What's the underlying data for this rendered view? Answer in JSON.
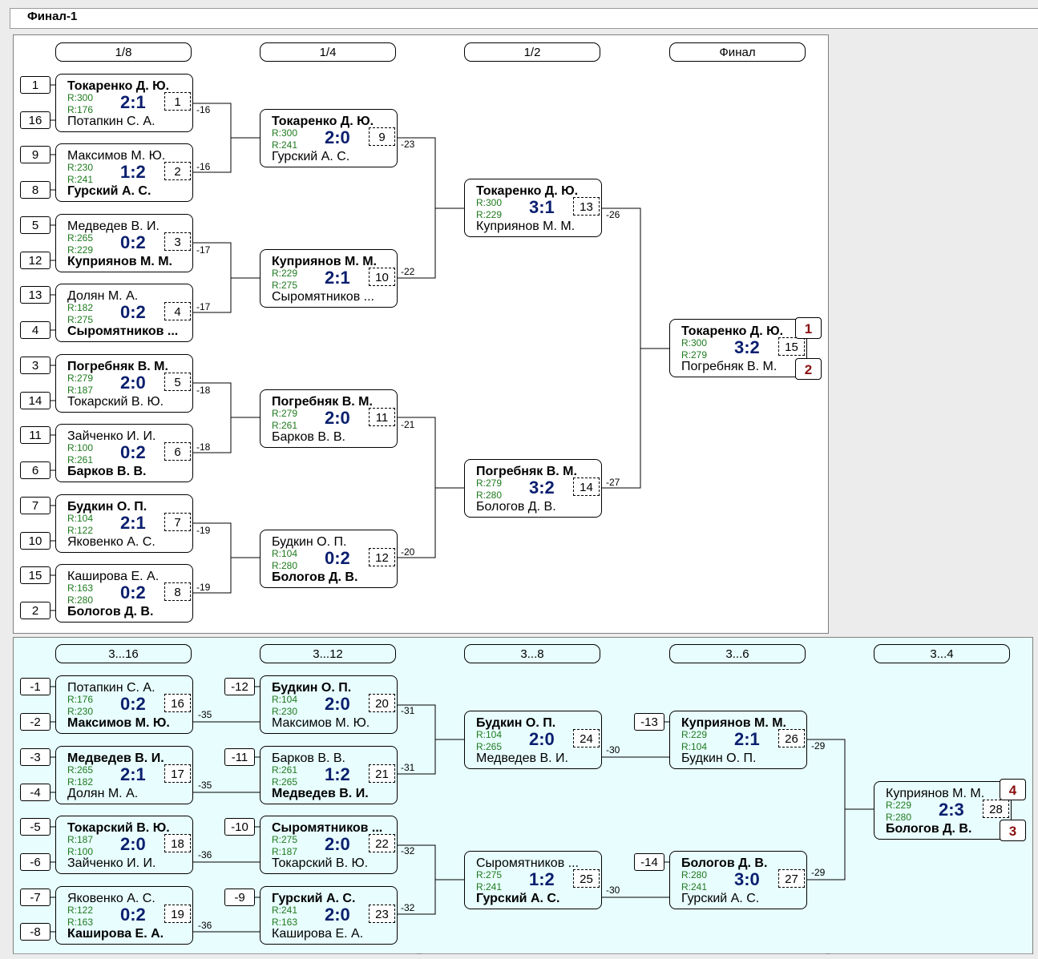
{
  "window": {
    "title": "Финал-1"
  },
  "rounds_main": [
    "1/8",
    "1/4",
    "1/2",
    "Финал"
  ],
  "rounds_cons": [
    "3...16",
    "3...12",
    "3...8",
    "3...6",
    "3...4"
  ],
  "matches": [
    {
      "id": "m1",
      "p1": "Токаренко Д. Ю.",
      "p2": "Потапкин С. А.",
      "r1": "R:300",
      "r2": "R:176",
      "score": "2:1",
      "num": "1",
      "win": 1
    },
    {
      "id": "m2",
      "p1": "Максимов М. Ю.",
      "p2": "Гурский А. С.",
      "r1": "R:230",
      "r2": "R:241",
      "score": "1:2",
      "num": "2",
      "win": 2
    },
    {
      "id": "m3",
      "p1": "Медведев В. И.",
      "p2": "Куприянов М. М.",
      "r1": "R:265",
      "r2": "R:229",
      "score": "0:2",
      "num": "3",
      "win": 2
    },
    {
      "id": "m4",
      "p1": "Долян М. А.",
      "p2": "Сыромятников ...",
      "r1": "R:182",
      "r2": "R:275",
      "score": "0:2",
      "num": "4",
      "win": 2
    },
    {
      "id": "m5",
      "p1": "Погребняк В. М.",
      "p2": "Токарский В. Ю.",
      "r1": "R:279",
      "r2": "R:187",
      "score": "2:0",
      "num": "5",
      "win": 1
    },
    {
      "id": "m6",
      "p1": "Зайченко И. И.",
      "p2": "Барков В. В.",
      "r1": "R:100",
      "r2": "R:261",
      "score": "0:2",
      "num": "6",
      "win": 2
    },
    {
      "id": "m7",
      "p1": "Будкин О. П.",
      "p2": "Яковенко А. С.",
      "r1": "R:104",
      "r2": "R:122",
      "score": "2:1",
      "num": "7",
      "win": 1
    },
    {
      "id": "m8",
      "p1": "Каширова Е. А.",
      "p2": "Бологов Д. В.",
      "r1": "R:163",
      "r2": "R:280",
      "score": "0:2",
      "num": "8",
      "win": 2
    },
    {
      "id": "m9",
      "p1": "Токаренко Д. Ю.",
      "p2": "Гурский А. С.",
      "r1": "R:300",
      "r2": "R:241",
      "score": "2:0",
      "num": "9",
      "win": 1
    },
    {
      "id": "m10",
      "p1": "Куприянов М. М.",
      "p2": "Сыромятников ...",
      "r1": "R:229",
      "r2": "R:275",
      "score": "2:1",
      "num": "10",
      "win": 1
    },
    {
      "id": "m11",
      "p1": "Погребняк В. М.",
      "p2": "Барков В. В.",
      "r1": "R:279",
      "r2": "R:261",
      "score": "2:0",
      "num": "11",
      "win": 1
    },
    {
      "id": "m12",
      "p1": "Будкин О. П.",
      "p2": "Бологов Д. В.",
      "r1": "R:104",
      "r2": "R:280",
      "score": "0:2",
      "num": "12",
      "win": 2
    },
    {
      "id": "m13",
      "p1": "Токаренко Д. Ю.",
      "p2": "Куприянов М. М.",
      "r1": "R:300",
      "r2": "R:229",
      "score": "3:1",
      "num": "13",
      "win": 1
    },
    {
      "id": "m14",
      "p1": "Погребняк В. М.",
      "p2": "Бологов Д. В.",
      "r1": "R:279",
      "r2": "R:280",
      "score": "3:2",
      "num": "14",
      "win": 1
    },
    {
      "id": "m15",
      "p1": "Токаренко Д. Ю.",
      "p2": "Погребняк В. М.",
      "r1": "R:300",
      "r2": "R:279",
      "score": "3:2",
      "num": "15",
      "win": 1
    },
    {
      "id": "m16",
      "p1": "Потапкин С. А.",
      "p2": "Максимов М. Ю.",
      "r1": "R:176",
      "r2": "R:230",
      "score": "0:2",
      "num": "16",
      "win": 2
    },
    {
      "id": "m17",
      "p1": "Медведев В. И.",
      "p2": "Долян М. А.",
      "r1": "R:265",
      "r2": "R:182",
      "score": "2:1",
      "num": "17",
      "win": 1
    },
    {
      "id": "m18",
      "p1": "Токарский В. Ю.",
      "p2": "Зайченко И. И.",
      "r1": "R:187",
      "r2": "R:100",
      "score": "2:0",
      "num": "18",
      "win": 1
    },
    {
      "id": "m19",
      "p1": "Яковенко А. С.",
      "p2": "Каширова Е. А.",
      "r1": "R:122",
      "r2": "R:163",
      "score": "0:2",
      "num": "19",
      "win": 2
    },
    {
      "id": "m20",
      "p1": "Будкин О. П.",
      "p2": "Максимов М. Ю.",
      "r1": "R:104",
      "r2": "R:230",
      "score": "2:0",
      "num": "20",
      "win": 1
    },
    {
      "id": "m21",
      "p1": "Барков В. В.",
      "p2": "Медведев В. И.",
      "r1": "R:261",
      "r2": "R:265",
      "score": "1:2",
      "num": "21",
      "win": 2
    },
    {
      "id": "m22",
      "p1": "Сыромятников ...",
      "p2": "Токарский В. Ю.",
      "r1": "R:275",
      "r2": "R:187",
      "score": "2:0",
      "num": "22",
      "win": 1
    },
    {
      "id": "m23",
      "p1": "Гурский А. С.",
      "p2": "Каширова Е. А.",
      "r1": "R:241",
      "r2": "R:163",
      "score": "2:0",
      "num": "23",
      "win": 1
    },
    {
      "id": "m24",
      "p1": "Будкин О. П.",
      "p2": "Медведев В. И.",
      "r1": "R:104",
      "r2": "R:265",
      "score": "2:0",
      "num": "24",
      "win": 1
    },
    {
      "id": "m25",
      "p1": "Сыромятников ...",
      "p2": "Гурский А. С.",
      "r1": "R:275",
      "r2": "R:241",
      "score": "1:2",
      "num": "25",
      "win": 2
    },
    {
      "id": "m26",
      "p1": "Куприянов М. М.",
      "p2": "Будкин О. П.",
      "r1": "R:229",
      "r2": "R:104",
      "score": "2:1",
      "num": "26",
      "win": 1
    },
    {
      "id": "m27",
      "p1": "Бологов Д. В.",
      "p2": "Гурский А. С.",
      "r1": "R:280",
      "r2": "R:241",
      "score": "3:0",
      "num": "27",
      "win": 1
    },
    {
      "id": "m28",
      "p1": "Куприянов М. М.",
      "p2": "Бологов Д. В.",
      "r1": "R:229",
      "r2": "R:280",
      "score": "2:3",
      "num": "28",
      "win": 2
    }
  ],
  "seeds": [
    "1",
    "16",
    "9",
    "8",
    "5",
    "12",
    "13",
    "4",
    "3",
    "14",
    "11",
    "6",
    "7",
    "10",
    "15",
    "2"
  ],
  "cons_seeds": [
    "-1",
    "-2",
    "-3",
    "-4",
    "-5",
    "-6",
    "-7",
    "-8"
  ],
  "drop_seeds": [
    "-12",
    "-11",
    "-10",
    "-9",
    "-13",
    "-14"
  ],
  "places": [
    "1",
    "2",
    "4",
    "3"
  ],
  "loser_labels": [
    "-16",
    "-16",
    "-17",
    "-17",
    "-18",
    "-18",
    "-19",
    "-19",
    "-23",
    "-22",
    "-21",
    "-20",
    "-26",
    "-27",
    "-35",
    "-35",
    "-36",
    "-36",
    "-31",
    "-31",
    "-32",
    "-32",
    "-30",
    "-30",
    "-29",
    "-29"
  ]
}
